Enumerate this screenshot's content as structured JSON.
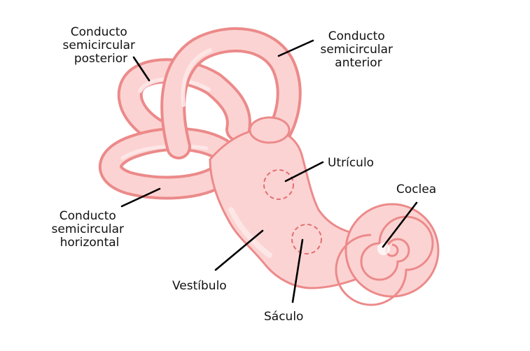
{
  "colors": {
    "tissue_fill": "#fcd3d3",
    "tissue_light": "#fde8e8",
    "tissue_outline": "#ec8a8a",
    "dashed_marker": "#e07070",
    "text": "#111111",
    "leader": "#000000"
  },
  "labels": {
    "posterior_canal": [
      "Conducto",
      "semicircular",
      "posterior"
    ],
    "anterior_canal": [
      "Conducto",
      "semicircular",
      "anterior"
    ],
    "horizontal_canal": [
      "Conducto",
      "semicircular",
      "horizontal"
    ],
    "utricle": "Utrículo",
    "cochlea": "Coclea",
    "vestibule": "Vestíbulo",
    "saccule": "Sáculo"
  }
}
